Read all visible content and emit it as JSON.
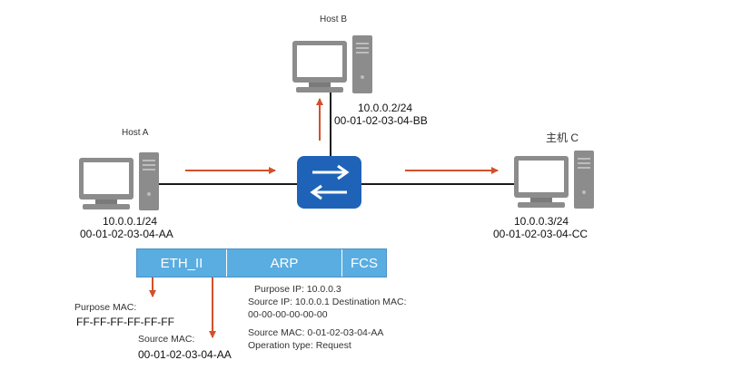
{
  "hosts": {
    "a": {
      "name": "Host A",
      "ip": "10.0.0.1/24",
      "mac": "00-01-02-03-04-AA"
    },
    "b": {
      "name": "Host B",
      "ip": "10.0.0.2/24",
      "mac": "00-01-02-03-04-BB"
    },
    "c": {
      "name": "主机 C",
      "ip": "10.0.0.3/24",
      "mac": "00-01-02-03-04-CC"
    }
  },
  "frame": {
    "eth": "ETH_II",
    "arp": "ARP",
    "fcs": "FCS"
  },
  "eth_fields": {
    "purpose_mac_label": "Purpose MAC:",
    "purpose_mac_value": "FF-FF-FF-FF-FF-FF",
    "source_mac_label": "Source MAC:",
    "source_mac_value": "00-01-02-03-04-AA"
  },
  "arp_fields": {
    "purpose_ip": "Purpose IP: 10.0.0.3",
    "source_ip": "Source IP: 10.0.0.1 Destination MAC:",
    "dest_mac": "00-00-00-00-00-00",
    "source_mac": "Source MAC: 0-01-02-03-04-AA",
    "operation": "Operation type: Request"
  },
  "colors": {
    "arrow": "#d4502a",
    "switch": "#1f63b8",
    "frame": "#5aade0",
    "pc": "#8c8c8c"
  }
}
